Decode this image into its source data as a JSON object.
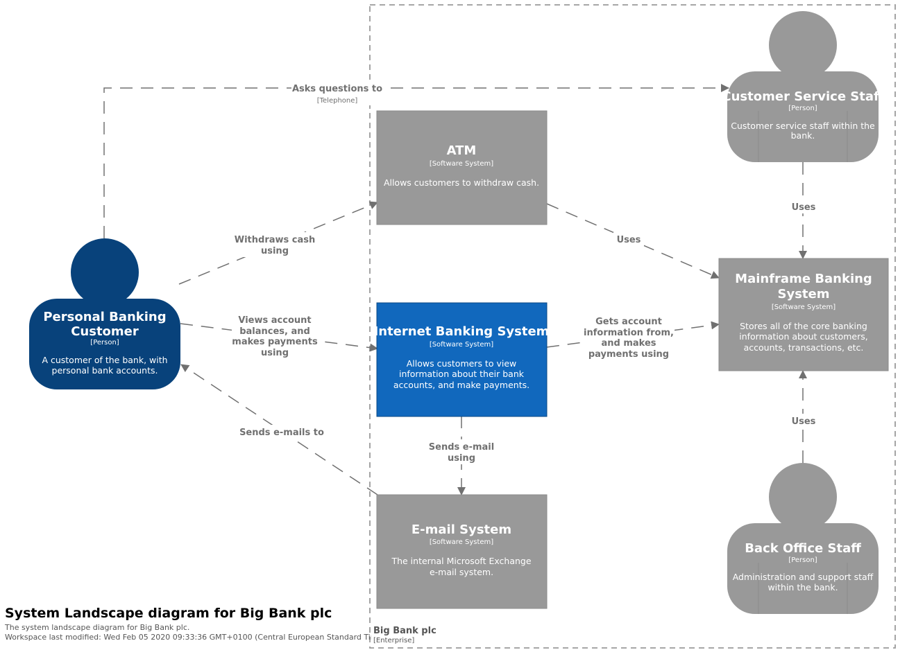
{
  "colors": {
    "external_person": "#08427b",
    "focus_system": "#1168bd",
    "internal_element": "#999999",
    "relationship": "#707070",
    "boundary": "#9a9a9a"
  },
  "boundary": {
    "name": "Big Bank plc",
    "type": "[Enterprise]"
  },
  "elements": {
    "personal_customer": {
      "name_lines": [
        "Personal Banking",
        "Customer"
      ],
      "type": "[Person]",
      "desc_lines": [
        "A customer of the bank, with",
        "personal bank accounts."
      ]
    },
    "atm": {
      "name_lines": [
        "ATM"
      ],
      "type": "[Software System]",
      "desc_lines": [
        "Allows customers to withdraw cash."
      ]
    },
    "internet_banking": {
      "name_lines": [
        "Internet Banking System"
      ],
      "type": "[Software System]",
      "desc_lines": [
        "Allows customers to view",
        "information about their bank",
        "accounts, and make payments."
      ]
    },
    "email_system": {
      "name_lines": [
        "E-mail System"
      ],
      "type": "[Software System]",
      "desc_lines": [
        "The internal Microsoft Exchange",
        "e-mail system."
      ]
    },
    "customer_service": {
      "name_lines": [
        "Customer Service Staff"
      ],
      "type": "[Person]",
      "desc_lines": [
        "Customer service staff within the",
        "bank."
      ]
    },
    "mainframe": {
      "name_lines": [
        "Mainframe Banking",
        "System"
      ],
      "type": "[Software System]",
      "desc_lines": [
        "Stores all of the core banking",
        "information about customers,",
        "accounts, transactions, etc."
      ]
    },
    "back_office": {
      "name_lines": [
        "Back Office Staff"
      ],
      "type": "[Person]",
      "desc_lines": [
        "Administration and support staff",
        "within the bank."
      ]
    }
  },
  "relationships": {
    "asks_questions": {
      "label_lines": [
        "Asks questions to"
      ],
      "technology": "[Telephone]"
    },
    "withdraws_cash": {
      "label_lines": [
        "Withdraws cash",
        "using"
      ]
    },
    "views_account": {
      "label_lines": [
        "Views account",
        "balances, and",
        "makes payments",
        "using"
      ]
    },
    "sends_emails_to": {
      "label_lines": [
        "Sends e-mails to"
      ]
    },
    "atm_uses": {
      "label_lines": [
        "Uses"
      ]
    },
    "gets_account_info": {
      "label_lines": [
        "Gets account",
        "information from,",
        "and makes",
        "payments using"
      ]
    },
    "sends_email_using": {
      "label_lines": [
        "Sends e-mail",
        "using"
      ]
    },
    "cs_uses": {
      "label_lines": [
        "Uses"
      ]
    },
    "bo_uses": {
      "label_lines": [
        "Uses"
      ]
    }
  },
  "footer": {
    "title": "System Landscape diagram for Big Bank plc",
    "description": "The system landscape diagram for Big Bank plc.",
    "last_modified": "Workspace last modified: Wed Feb 05 2020 09:33:36 GMT+0100 (Central European Standard Time)"
  }
}
